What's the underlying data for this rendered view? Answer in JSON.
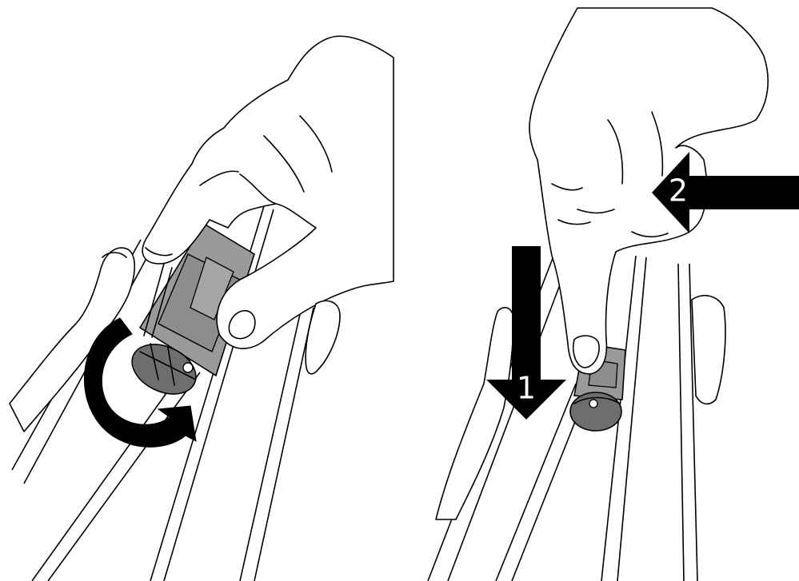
{
  "colors": {
    "part_fill": "#9a9a9a",
    "part_dark": "#6e6e6e",
    "arrow_fill": "#000000",
    "label_text": "#ffffff"
  },
  "icons": {
    "rotate": "curved-rotate-arrow-icon",
    "push_down": "down-arrow-icon",
    "push_left": "left-arrow-icon"
  },
  "panels": {
    "left": {
      "step_labels": []
    },
    "right": {
      "steps": [
        {
          "label": "1",
          "direction": "down"
        },
        {
          "label": "2",
          "direction": "left"
        }
      ]
    }
  }
}
